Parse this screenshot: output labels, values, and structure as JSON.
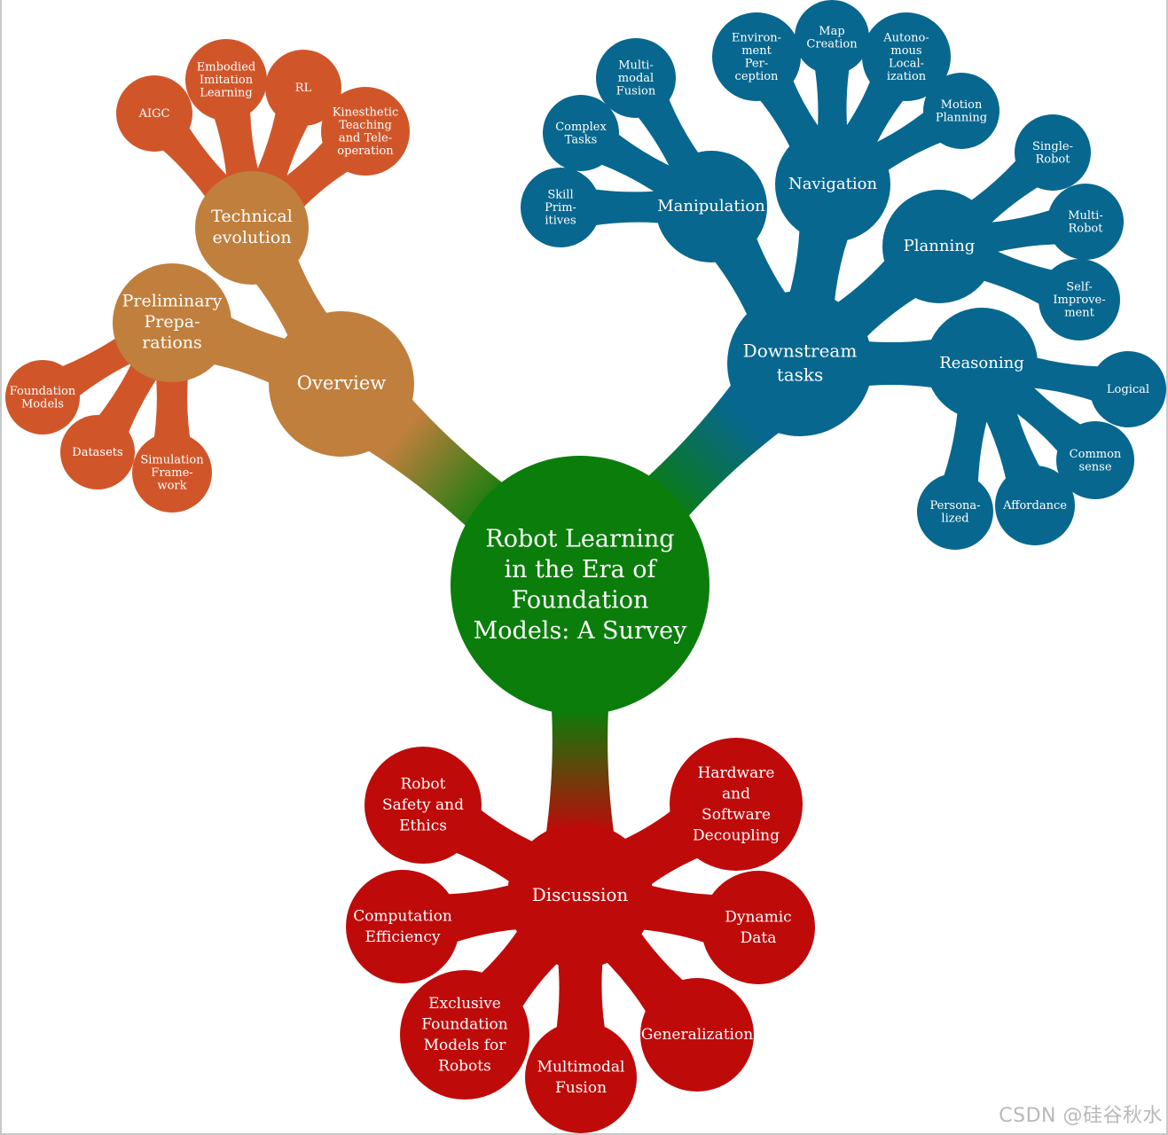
{
  "colors": {
    "root": "#0b7d0b",
    "overview": "#c07f3d",
    "overview_leaf": "#d0562a",
    "downstream": "#07678f",
    "discussion": "#bf0a0a"
  },
  "watermark": "CSDN @硅谷秋水",
  "root": {
    "id": "root",
    "label": [
      "Robot Learning",
      "in the Era of",
      "Foundation",
      "Models:  A Survey"
    ]
  },
  "branches": [
    {
      "id": "overview",
      "label": [
        "Overview"
      ],
      "color_key": "overview",
      "children": [
        {
          "id": "preliminary-preparations",
          "label": [
            "Preliminary",
            "Prepa-",
            "rations"
          ],
          "color_key": "overview",
          "children": [
            {
              "id": "foundation-models",
              "label": [
                "Foundation",
                "Models"
              ],
              "color_key": "overview_leaf"
            },
            {
              "id": "datasets",
              "label": [
                "Datasets"
              ],
              "color_key": "overview_leaf"
            },
            {
              "id": "simulation-framework",
              "label": [
                "Simulation",
                "Frame-",
                "work"
              ],
              "color_key": "overview_leaf"
            }
          ]
        },
        {
          "id": "technical-evolution",
          "label": [
            "Technical",
            "evolution"
          ],
          "color_key": "overview",
          "children": [
            {
              "id": "aigc",
              "label": [
                "AIGC"
              ],
              "color_key": "overview_leaf"
            },
            {
              "id": "embodied-imitation-learning",
              "label": [
                "Embodied",
                "Imitation",
                "Learning"
              ],
              "color_key": "overview_leaf"
            },
            {
              "id": "rl",
              "label": [
                "RL"
              ],
              "color_key": "overview_leaf"
            },
            {
              "id": "kinesthetic-teaching",
              "label": [
                "Kinesthetic",
                "Teaching",
                "and Tele-",
                "operation"
              ],
              "color_key": "overview_leaf"
            }
          ]
        }
      ]
    },
    {
      "id": "downstream-tasks",
      "label": [
        "Downstream",
        "tasks"
      ],
      "color_key": "downstream",
      "children": [
        {
          "id": "manipulation",
          "label": [
            "Manipulation"
          ],
          "color_key": "downstream",
          "children": [
            {
              "id": "skill-primitives",
              "label": [
                "Skill",
                "Prim-",
                "itives"
              ],
              "color_key": "downstream"
            },
            {
              "id": "complex-tasks",
              "label": [
                "Complex",
                "Tasks"
              ],
              "color_key": "downstream"
            },
            {
              "id": "multimodal-fusion-manip",
              "label": [
                "Multi-",
                "modal",
                "Fusion"
              ],
              "color_key": "downstream"
            }
          ]
        },
        {
          "id": "navigation",
          "label": [
            "Navigation"
          ],
          "color_key": "downstream",
          "children": [
            {
              "id": "environment-perception",
              "label": [
                "Environ-",
                "ment",
                "Per-",
                "ception"
              ],
              "color_key": "downstream"
            },
            {
              "id": "map-creation",
              "label": [
                "Map",
                "Creation"
              ],
              "color_key": "downstream"
            },
            {
              "id": "autonomous-localization",
              "label": [
                "Autono-",
                "mous",
                "Local-",
                "ization"
              ],
              "color_key": "downstream"
            },
            {
              "id": "motion-planning",
              "label": [
                "Motion",
                "Planning"
              ],
              "color_key": "downstream"
            }
          ]
        },
        {
          "id": "planning",
          "label": [
            "Planning"
          ],
          "color_key": "downstream",
          "children": [
            {
              "id": "single-robot",
              "label": [
                "Single-",
                "Robot"
              ],
              "color_key": "downstream"
            },
            {
              "id": "multi-robot",
              "label": [
                "Multi-",
                "Robot"
              ],
              "color_key": "downstream"
            },
            {
              "id": "self-improvement",
              "label": [
                "Self-",
                "Improve-",
                "ment"
              ],
              "color_key": "downstream"
            }
          ]
        },
        {
          "id": "reasoning",
          "label": [
            "Reasoning"
          ],
          "color_key": "downstream",
          "children": [
            {
              "id": "logical",
              "label": [
                "Logical"
              ],
              "color_key": "downstream"
            },
            {
              "id": "common-sense",
              "label": [
                "Common",
                "sense"
              ],
              "color_key": "downstream"
            },
            {
              "id": "affordance",
              "label": [
                "Affordance"
              ],
              "color_key": "downstream"
            },
            {
              "id": "personalized",
              "label": [
                "Persona-",
                "lized"
              ],
              "color_key": "downstream"
            }
          ]
        }
      ]
    },
    {
      "id": "discussion",
      "label": [
        "Discussion"
      ],
      "color_key": "discussion",
      "children": [
        {
          "id": "robot-safety-ethics",
          "label": [
            "Robot",
            "Safety and",
            "Ethics"
          ],
          "color_key": "discussion"
        },
        {
          "id": "hardware-software-decoupling",
          "label": [
            "Hardware",
            "and",
            "Software",
            "Decoupling"
          ],
          "color_key": "discussion"
        },
        {
          "id": "computation-efficiency",
          "label": [
            "Computation",
            "Efficiency"
          ],
          "color_key": "discussion"
        },
        {
          "id": "dynamic-data",
          "label": [
            "Dynamic",
            "Data"
          ],
          "color_key": "discussion"
        },
        {
          "id": "exclusive-foundation-models",
          "label": [
            "Exclusive",
            "Foundation",
            "Models for",
            "Robots"
          ],
          "color_key": "discussion"
        },
        {
          "id": "multimodal-fusion-discussion",
          "label": [
            "Multimodal",
            "Fusion"
          ],
          "color_key": "discussion"
        },
        {
          "id": "generalization",
          "label": [
            "Generalization"
          ],
          "color_key": "discussion"
        }
      ]
    }
  ]
}
